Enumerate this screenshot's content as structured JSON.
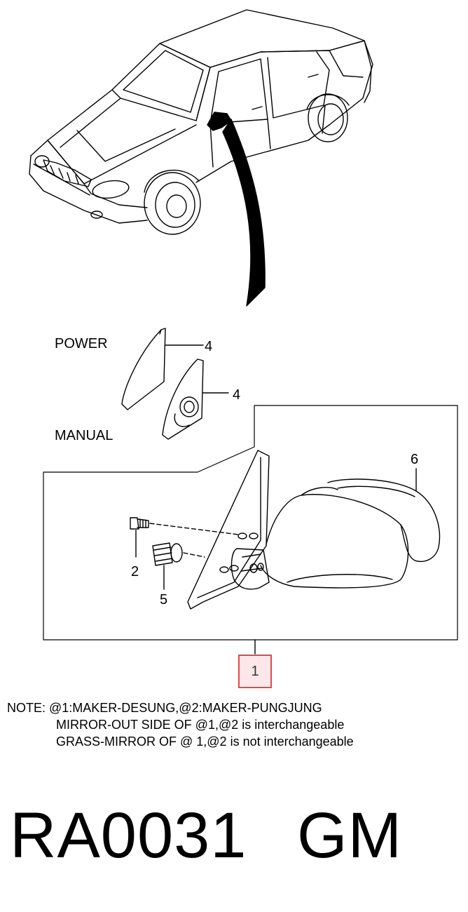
{
  "labels": {
    "power": "POWER",
    "manual": "MANUAL"
  },
  "callouts": {
    "c4_power": "4",
    "c4_manual": "4",
    "c6": "6",
    "c2": "2",
    "c5": "5",
    "c1": "1"
  },
  "note": {
    "line1": "NOTE: @1:MAKER-DESUNG,@2:MAKER-PUNGJUNG",
    "line2": "MIRROR-OUT SIDE OF @1,@2 is interchangeable",
    "line3": "GRASS-MIRROR OF @ 1,@2 is not interchangeable"
  },
  "part_code": {
    "code": "RA0031",
    "brand": "GM"
  },
  "colors": {
    "highlight_border": "#e04a4a",
    "highlight_fill": "#fde7ea",
    "line": "#000000"
  }
}
